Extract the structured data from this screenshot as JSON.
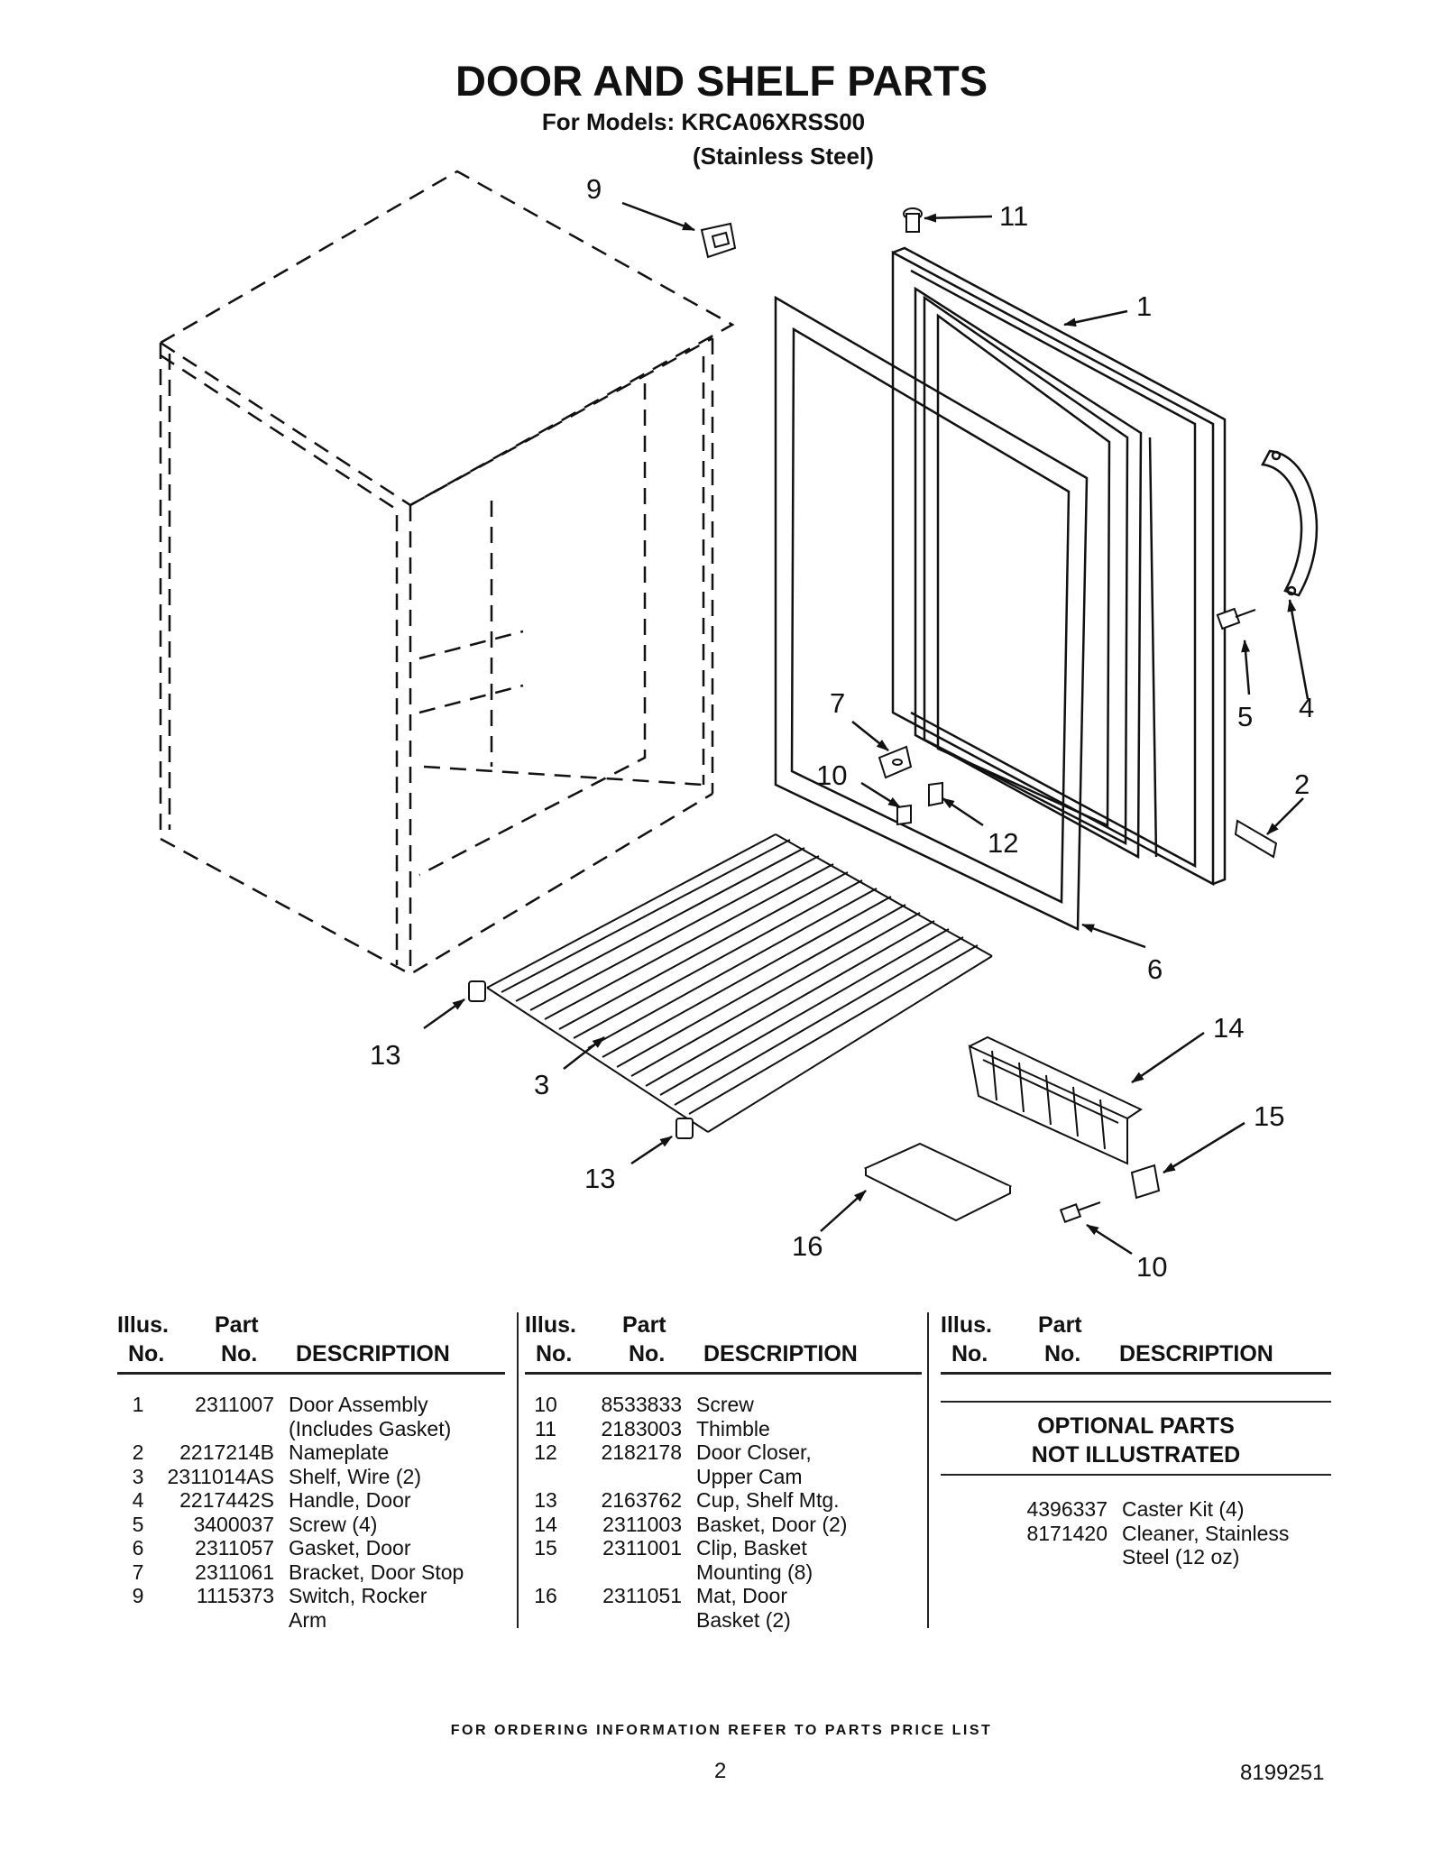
{
  "header": {
    "title": "DOOR AND SHELF PARTS",
    "models": "For Models: KRCA06XRSS00",
    "finish": "(Stainless Steel)"
  },
  "callouts": [
    "9",
    "11",
    "1",
    "7",
    "10",
    "12",
    "2",
    "5",
    "4",
    "6",
    "13",
    "3",
    "13",
    "14",
    "15",
    "16",
    "10"
  ],
  "table_headers": {
    "illus": "Illus.",
    "part": "Part",
    "no": "No.",
    "description": "DESCRIPTION"
  },
  "parts": {
    "col1": [
      {
        "illus": "1",
        "part": "2311007",
        "desc": "Door Assembly",
        "desc2": "(Includes Gasket)"
      },
      {
        "illus": "2",
        "part": "2217214B",
        "desc": "Nameplate",
        "desc2": ""
      },
      {
        "illus": "3",
        "part": "2311014AS",
        "desc": "Shelf, Wire (2)",
        "desc2": ""
      },
      {
        "illus": "4",
        "part": "2217442S",
        "desc": "Handle, Door",
        "desc2": ""
      },
      {
        "illus": "5",
        "part": "3400037",
        "desc": "Screw (4)",
        "desc2": ""
      },
      {
        "illus": "6",
        "part": "2311057",
        "desc": "Gasket, Door",
        "desc2": ""
      },
      {
        "illus": "7",
        "part": "2311061",
        "desc": "Bracket, Door Stop",
        "desc2": ""
      },
      {
        "illus": "9",
        "part": "1115373",
        "desc": "Switch, Rocker",
        "desc2": "Arm"
      }
    ],
    "col2": [
      {
        "illus": "10",
        "part": "8533833",
        "desc": "Screw",
        "desc2": ""
      },
      {
        "illus": "11",
        "part": "2183003",
        "desc": "Thimble",
        "desc2": ""
      },
      {
        "illus": "12",
        "part": "2182178",
        "desc": "Door Closer,",
        "desc2": "Upper Cam"
      },
      {
        "illus": "13",
        "part": "2163762",
        "desc": "Cup, Shelf Mtg.",
        "desc2": ""
      },
      {
        "illus": "14",
        "part": "2311003",
        "desc": "Basket, Door (2)",
        "desc2": ""
      },
      {
        "illus": "15",
        "part": "2311001",
        "desc": "Clip, Basket",
        "desc2": "Mounting (8)"
      },
      {
        "illus": "16",
        "part": "2311051",
        "desc": "Mat, Door",
        "desc2": "Basket (2)"
      }
    ]
  },
  "optional": {
    "title_line1": "OPTIONAL PARTS",
    "title_line2": "NOT ILLUSTRATED",
    "items": [
      {
        "part": "4396337",
        "desc": "Caster Kit (4)",
        "desc2": ""
      },
      {
        "part": "8171420",
        "desc": "Cleaner, Stainless",
        "desc2": "Steel (12 oz)"
      }
    ]
  },
  "footer": {
    "ordering": "FOR ORDERING INFORMATION REFER TO PARTS PRICE LIST",
    "page": "2",
    "doc_number": "8199251"
  }
}
